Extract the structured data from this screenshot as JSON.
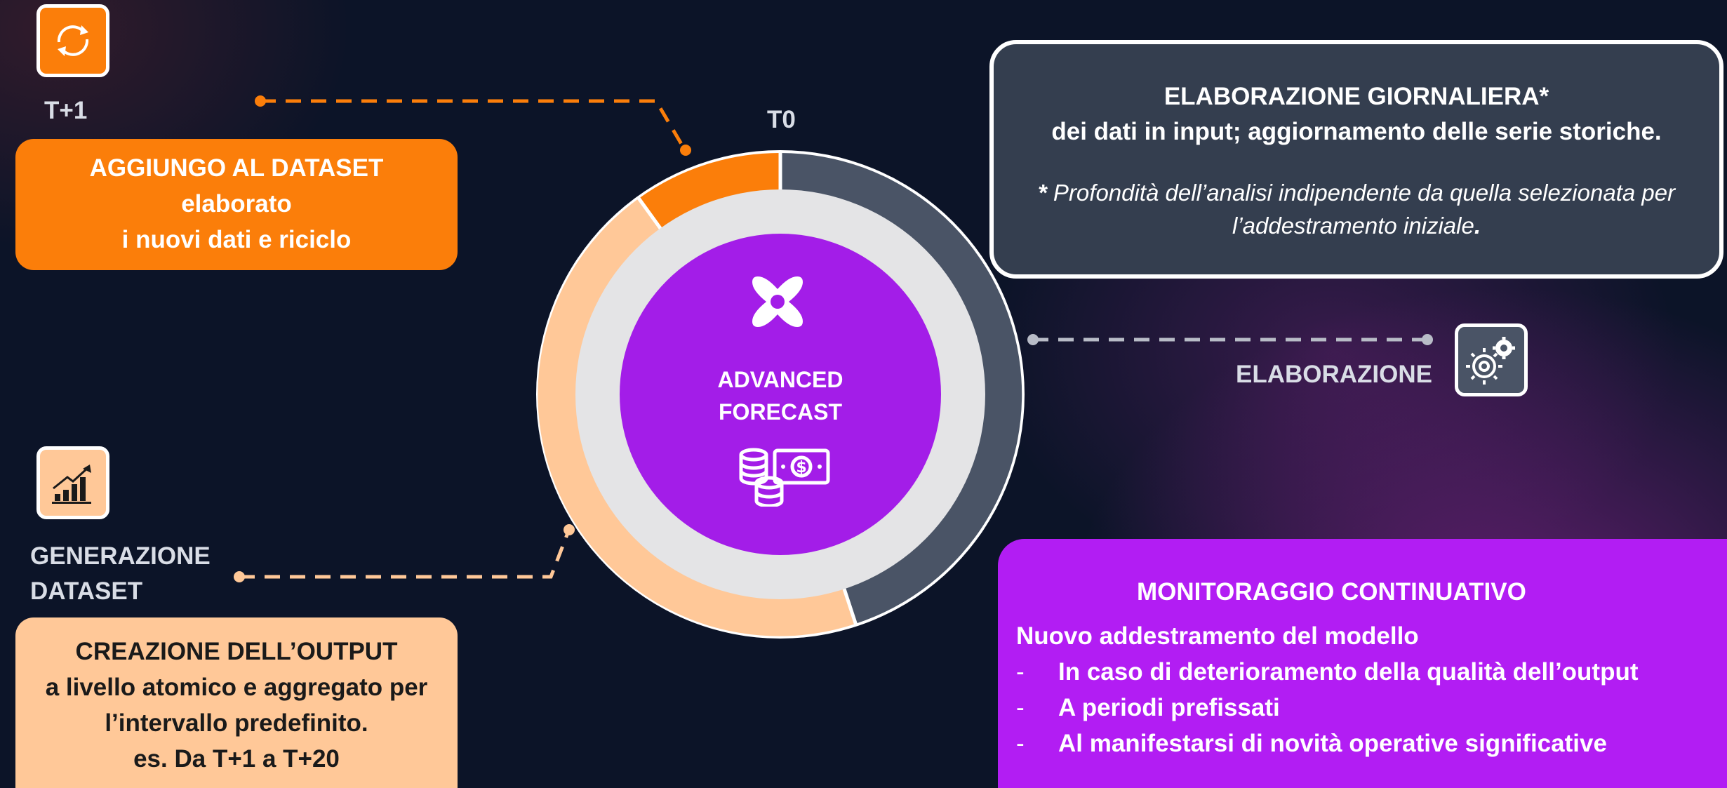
{
  "colors": {
    "background": "#0c1428",
    "orange": "#fb7e0a",
    "peach": "#ffc898",
    "slate": "#4a5466",
    "slate_box": "#343e4f",
    "purple": "#b21df3",
    "center_purple": "#a31de8",
    "light_gray": "#e4e4e6"
  },
  "t1": {
    "label": "T+1",
    "icon": "recycle-arrows-icon",
    "box_lines": [
      "AGGIUNGO AL DATASET",
      "elaborato",
      "i nuovi dati e riciclo"
    ]
  },
  "t0": {
    "label": "T0"
  },
  "center": {
    "title_line1": "ADVANCED",
    "title_line2": "FORECAST",
    "logo_icon": "x-logo-icon",
    "money_icon": "coins-banknote-icon"
  },
  "elaborazione": {
    "label": "ELABORAZIONE",
    "icon": "gears-icon",
    "box_title": "ELABORAZIONE GIORNALIERA*",
    "box_subtitle": "dei dati in input; aggiornamento delle serie storiche.",
    "note_star": "*",
    "note_line1": " Profondità dell’analisi indipendente da quella selezionata per",
    "note_line2": "l’addestramento iniziale",
    "note_end": "."
  },
  "generazione": {
    "label_line1": "GENERAZIONE",
    "label_line2": "DATASET",
    "icon": "growth-chart-icon",
    "box_lines": [
      "CREAZIONE DELL’OUTPUT",
      "a livello atomico e aggregato per",
      "l’intervallo predefinito.",
      "es. Da T+1 a T+20"
    ]
  },
  "monitoraggio": {
    "title": "MONITORAGGIO CONTINUATIVO",
    "subtitle": "Nuovo addestramento del modello",
    "dash": "-",
    "items": [
      "In caso di deterioramento della qualità dell’output",
      "A periodi prefissati",
      "Al manifestarsi di novità operative significative"
    ]
  }
}
